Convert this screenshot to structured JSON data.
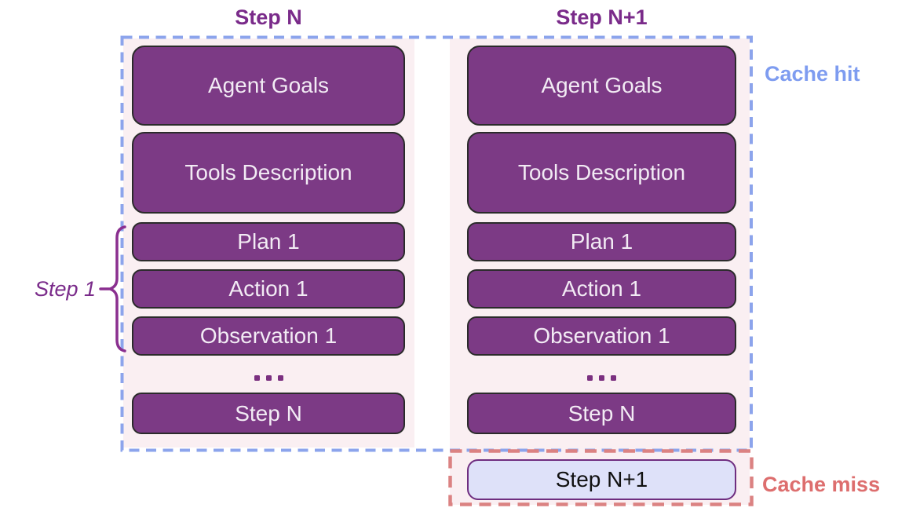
{
  "diagram": {
    "columns": [
      {
        "header": "Step N",
        "boxes": [
          "Agent Goals",
          "Tools Description",
          "Plan 1",
          "Action 1",
          "Observation 1",
          "Step N"
        ],
        "ellipsis": "..."
      },
      {
        "header": "Step N+1",
        "boxes": [
          "Agent Goals",
          "Tools Description",
          "Plan 1",
          "Action 1",
          "Observation 1",
          "Step N"
        ],
        "ellipsis": "...",
        "new_step_box": "Step N+1"
      }
    ],
    "annotations": {
      "cache_hit": "Cache hit",
      "cache_miss": "Cache miss",
      "step1": "Step 1"
    },
    "colors": {
      "box_fill": "#7c3a85",
      "box_border": "#2b2b2b",
      "box_text": "#f2ebf4",
      "panel_pink": "#faeff2",
      "dashed_blue": "#8ca4ec",
      "dashed_red": "#db8282",
      "cache_hit_text": "#7e9cf0",
      "cache_miss_text": "#dd6e6e",
      "heading_purple": "#7a2b8a",
      "new_step_fill": "#dee1f9",
      "new_step_border": "#6f2e80",
      "new_step_text": "#111111"
    }
  }
}
